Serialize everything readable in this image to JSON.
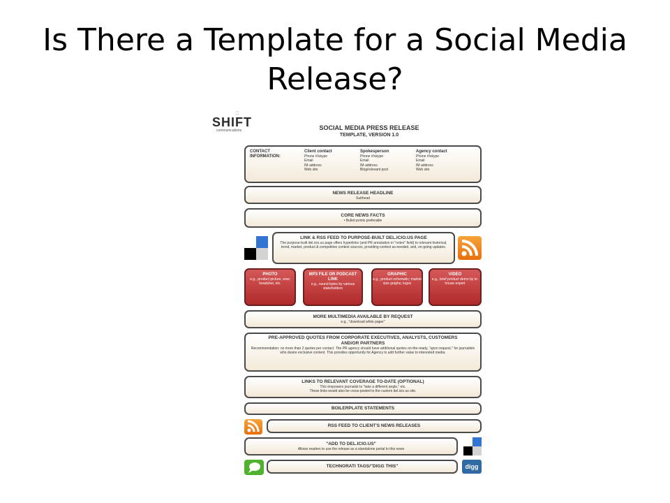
{
  "slide": {
    "title": "Is There a Template for a Social Media Release?"
  },
  "doc": {
    "logo": {
      "word": "SHIFT",
      "sub": "communications",
      "dots": "::"
    },
    "title_line1": "SOCIAL MEDIA PRESS RELEASE",
    "title_line2": "TEMPLATE, VERSION 1.0",
    "contact": {
      "label": "CONTACT INFORMATION:",
      "columns": [
        {
          "head": "Client contact",
          "lines": [
            "Phone #/skype",
            "Email",
            "IM address",
            "Web site"
          ]
        },
        {
          "head": "Spokesperson",
          "lines": [
            "Phone #/skype",
            "Email",
            "IM address",
            "Blog/relevant post"
          ]
        },
        {
          "head": "Agency contact",
          "lines": [
            "Phone #/skype",
            "Email",
            "IM address",
            "Web site"
          ]
        }
      ]
    },
    "headline": {
      "head": "NEWS RELEASE HEADLINE",
      "sub": "Subhead"
    },
    "core": {
      "head": "CORE NEWS FACTS",
      "sub": "• Bullet-points preferable"
    },
    "link_rss": {
      "head": "LINK & RSS FEED TO PURPOSE-BUILT DEL.ICIO.US PAGE",
      "sub": "The purpose-built del.icio.us page offers hyperlinks (and PR annotation in \"notes\" field) to relevant historical, trend, market, product & competitive context sources, providing context as-needed, and, on-going updates."
    },
    "media": [
      {
        "head": "PHOTO",
        "sub": "e.g., product picture, exec headshot, etc."
      },
      {
        "head": "MP3 FILE OR PODCAST LINK",
        "sub": "e.g., sound bytes by various stakeholders"
      },
      {
        "head": "GRAPHIC",
        "sub": "e.g., product schematic; market size graphs; logos"
      },
      {
        "head": "VIDEO",
        "sub": "e.g., brief product demo by in-house expert"
      }
    ],
    "multimedia": {
      "head": "MORE MULTIMEDIA AVAILABLE BY REQUEST",
      "sub": "e.g., \"download white paper\""
    },
    "quotes": {
      "head": "PRE-APPROVED QUOTES FROM CORPORATE EXECUTIVES, ANALYSTS, CUSTOMERS AND/OR PARTNERS",
      "sub": "Recommendation: no more than 2 quotes per contact. The PR agency should have additional quotes on-the-ready, \"upon request,\" for journalists who desire exclusive content. This provides opportunity for Agency to add further value to interested media."
    },
    "coverage": {
      "head": "LINKS TO RELEVANT COVERAGE TO-DATE (OPTIONAL)",
      "sub1": "This empowers journalist to \"take a different angle,\" etc.",
      "sub2": "These links would also be cross-posted to the custom del.icio.us site."
    },
    "boilerplate": {
      "head": "BOILERPLATE STATEMENTS"
    },
    "rss_client": {
      "head": "RSS FEED TO CLIENT'S NEWS RELEASES"
    },
    "add_delicious": {
      "head": "\"ADD TO DEL.ICIO.US\"",
      "sub": "Allows readers to use the release as a standalone portal to this news"
    },
    "technorati": {
      "head": "TECHNORATI TAGS/\"DIGG THIS\""
    },
    "digg_label": "digg",
    "colors": {
      "rss": "#e8700c",
      "red_box": "#b02a2a",
      "technorati": "#4fb12c",
      "digg": "#2f6aa5",
      "delicious_blue": "#3274d2"
    }
  }
}
